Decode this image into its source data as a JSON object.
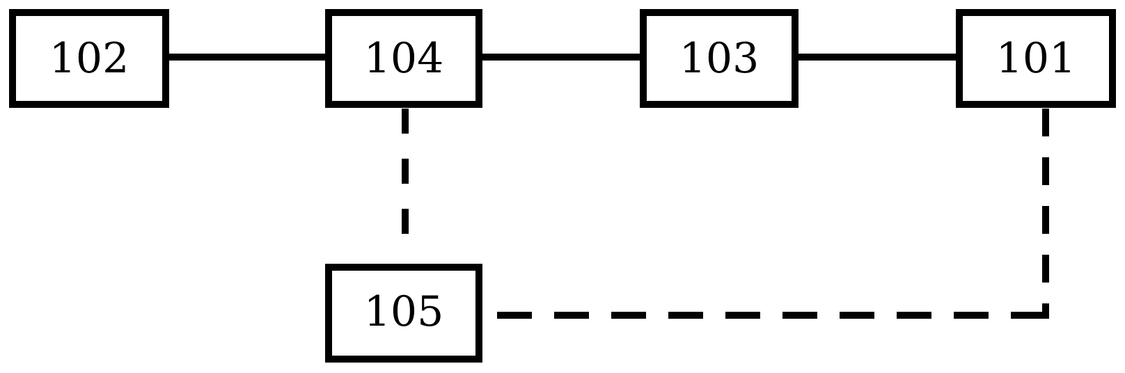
{
  "nodes": {
    "n102": {
      "label": "102"
    },
    "n104": {
      "label": "104"
    },
    "n103": {
      "label": "103"
    },
    "n101": {
      "label": "101"
    },
    "n105": {
      "label": "105"
    }
  },
  "connections": [
    {
      "from": "102",
      "to": "104",
      "style": "solid"
    },
    {
      "from": "104",
      "to": "103",
      "style": "solid"
    },
    {
      "from": "103",
      "to": "101",
      "style": "solid"
    },
    {
      "from": "104",
      "to": "105",
      "style": "dashed"
    },
    {
      "from": "105",
      "to": "101",
      "style": "dashed"
    }
  ],
  "colors": {
    "stroke": "#000000",
    "background": "#ffffff"
  }
}
